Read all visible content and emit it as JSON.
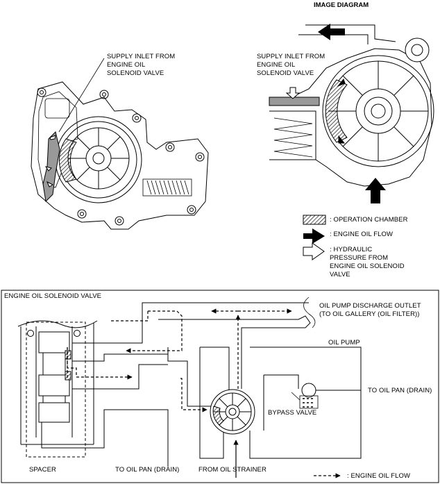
{
  "top": {
    "image_diagram_title": "IMAGE DIAGRAM",
    "supply_inlet_left": "SUPPLY INLET FROM\nENGINE OIL\nSOLENOID VALVE",
    "supply_inlet_right": "SUPPLY INLET FROM\nENGINE OIL\nSOLENOID VALVE"
  },
  "legend_top": {
    "operation_chamber": ": OPERATION CHAMBER",
    "engine_oil_flow": ": ENGINE OIL FLOW",
    "hydraulic_pressure": ": HYDRAULIC\nPRESSURE FROM\nENGINE OIL SOLENOID\nVALVE"
  },
  "bottom": {
    "solenoid_valve": "ENGINE OIL SOLENOID VALVE",
    "discharge_outlet": "OIL PUMP DISCHARGE OUTLET\n(TO OIL GALLERY (OIL FILTER))",
    "oil_pump": "OIL PUMP",
    "to_oil_pan_right": "TO OIL PAN (DRAIN)",
    "bypass_valve": "BYPASS VALVE",
    "spacer": "SPACER",
    "to_oil_pan_bottom": "TO OIL PAN (DRAIN)",
    "from_oil_strainer": "FROM OIL STRAINER",
    "legend_engine_oil_flow": ": ENGINE OIL FLOW"
  }
}
